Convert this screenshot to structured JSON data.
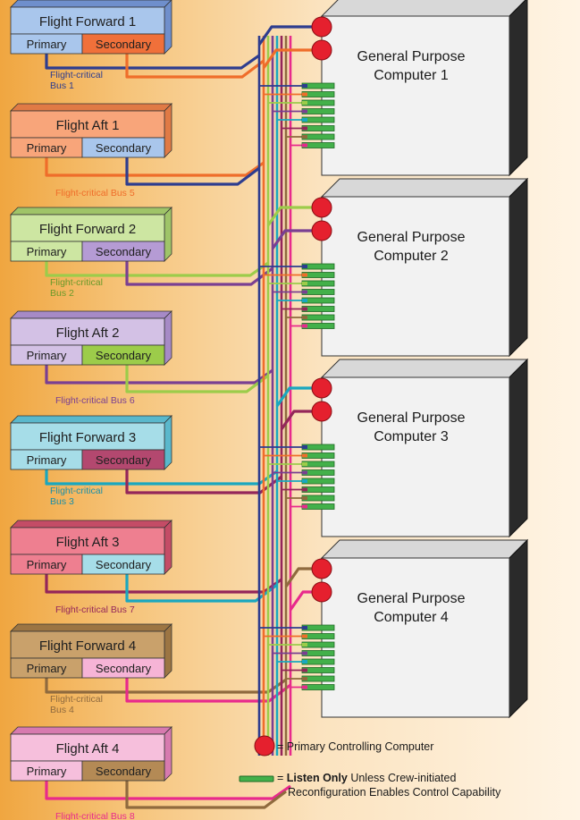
{
  "palette": {
    "bus1": "#2e3d8f",
    "bus2": "#9ccc4a",
    "bus3": "#1aa7bf",
    "bus4": "#8f6a3e",
    "bus5": "#ef6d2a",
    "bus6": "#7a3f92",
    "bus7": "#94265a",
    "bus8": "#e82a8c",
    "primary_computer": "#e5202e",
    "listen_only": "#43b04a"
  },
  "flight_boxes": [
    {
      "title": "Flight Forward 1",
      "primary_label": "Primary",
      "secondary_label": "Secondary",
      "bus_label": "Flight-critical",
      "bus_label2": "Bus 1",
      "title_color": "#a9c6ec",
      "side_color": "#6f8fcc",
      "primary_color": "#a9c6ec",
      "secondary_color": "#f0703a",
      "primary_bus": "bus1",
      "secondary_bus": "bus5",
      "label_color": "#2e3d8f"
    },
    {
      "title": "Flight Aft 1",
      "primary_label": "Primary",
      "secondary_label": "Secondary",
      "bus_label": "Flight-critical Bus 5",
      "bus_label2": "",
      "title_color": "#f8a57a",
      "side_color": "#e07a45",
      "primary_color": "#f8a57a",
      "secondary_color": "#a9c6ec",
      "primary_bus": "bus5",
      "secondary_bus": "bus1",
      "label_color": "#ef6d2a"
    },
    {
      "title": "Flight Forward 2",
      "primary_label": "Primary",
      "secondary_label": "Secondary",
      "bus_label": "Flight-critical",
      "bus_label2": "Bus 2",
      "title_color": "#cde6a2",
      "side_color": "#9fc468",
      "primary_color": "#cde6a2",
      "secondary_color": "#b59bd4",
      "primary_bus": "bus2",
      "secondary_bus": "bus6",
      "label_color": "#6a9a2a"
    },
    {
      "title": "Flight Aft 2",
      "primary_label": "Primary",
      "secondary_label": "Secondary",
      "bus_label": "Flight-critical Bus 6",
      "bus_label2": "",
      "title_color": "#d3c1e5",
      "side_color": "#a68ac6",
      "primary_color": "#d3c1e5",
      "secondary_color": "#9ccc4a",
      "primary_bus": "bus6",
      "secondary_bus": "bus2",
      "label_color": "#7a3f92"
    },
    {
      "title": "Flight Forward 3",
      "primary_label": "Primary",
      "secondary_label": "Secondary",
      "bus_label": "Flight-critical",
      "bus_label2": "Bus 3",
      "title_color": "#a6dde8",
      "side_color": "#5ab8cc",
      "primary_color": "#a6dde8",
      "secondary_color": "#b3486f",
      "primary_bus": "bus3",
      "secondary_bus": "bus7",
      "label_color": "#1a8fa8"
    },
    {
      "title": "Flight Aft 3",
      "primary_label": "Primary",
      "secondary_label": "Secondary",
      "bus_label": "Flight-critical Bus 7",
      "bus_label2": "",
      "title_color": "#ee7f90",
      "side_color": "#c44c66",
      "primary_color": "#ee7f90",
      "secondary_color": "#a6dde8",
      "primary_bus": "bus7",
      "secondary_bus": "bus3",
      "label_color": "#94265a"
    },
    {
      "title": "Flight Forward 4",
      "primary_label": "Primary",
      "secondary_label": "Secondary",
      "bus_label": "Flight-critical",
      "bus_label2": "Bus 4",
      "title_color": "#c9a16b",
      "side_color": "#9c7543",
      "primary_color": "#c9a16b",
      "secondary_color": "#f6b4d6",
      "primary_bus": "bus4",
      "secondary_bus": "bus8",
      "label_color": "#8f6a3e"
    },
    {
      "title": "Flight Aft 4",
      "primary_label": "Primary",
      "secondary_label": "Secondary",
      "bus_label": "Flight-critical Bus 8",
      "bus_label2": "",
      "title_color": "#f6bfdc",
      "side_color": "#d77aaf",
      "primary_color": "#f6bfdc",
      "secondary_color": "#b48a55",
      "primary_bus": "bus8",
      "secondary_bus": "bus4",
      "label_color": "#e82a8c"
    }
  ],
  "computers": [
    {
      "line1": "General Purpose",
      "line2": "Computer 1",
      "primary_buses": [
        "bus1",
        "bus5"
      ]
    },
    {
      "line1": "General Purpose",
      "line2": "Computer 2",
      "primary_buses": [
        "bus2",
        "bus6"
      ]
    },
    {
      "line1": "General Purpose",
      "line2": "Computer 3",
      "primary_buses": [
        "bus3",
        "bus7"
      ]
    },
    {
      "line1": "General Purpose",
      "line2": "Computer 4",
      "primary_buses": [
        "bus4",
        "bus8"
      ]
    }
  ],
  "legend": {
    "primary_text": "= Primary Controlling Computer",
    "listen_prefix": "= ",
    "listen_bold": "Listen Only",
    "listen_rest": " Unless Crew-initiated",
    "listen_line2": "Reconfiguration Enables Control Capability"
  }
}
